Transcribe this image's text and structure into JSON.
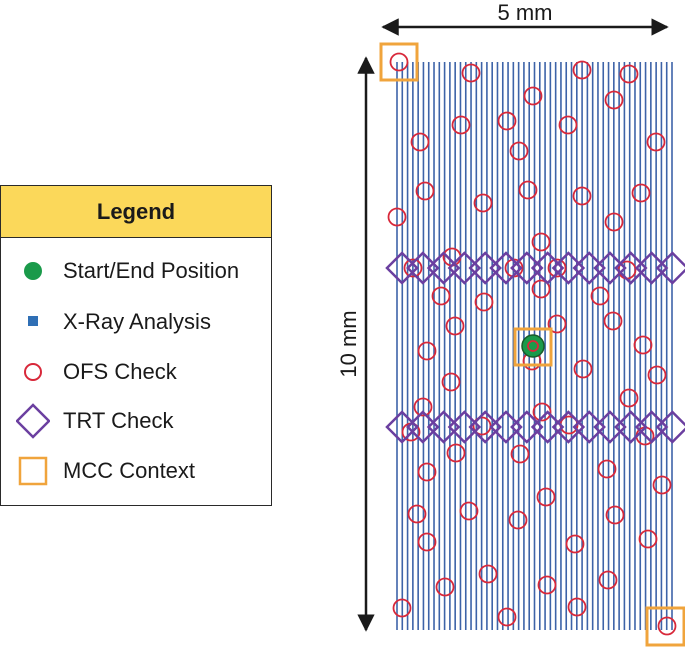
{
  "legend": {
    "title": "Legend",
    "items": [
      {
        "key": "start",
        "label": "Start/End Position",
        "icon": "green-dot-icon"
      },
      {
        "key": "xray",
        "label": "X-Ray Analysis",
        "icon": "blue-square-icon"
      },
      {
        "key": "ofs",
        "label": "OFS Check",
        "icon": "red-circle-icon"
      },
      {
        "key": "trt",
        "label": "TRT Check",
        "icon": "purple-diamond-icon"
      },
      {
        "key": "mcc",
        "label": "MCC Context",
        "icon": "orange-square-icon"
      }
    ]
  },
  "dimensions": {
    "width_label": "5 mm",
    "height_label": "10 mm"
  },
  "colors": {
    "header_bg": "#fbd85a",
    "lines": "#3d63a8",
    "start": "#1a9a4a",
    "xray": "#2f6fb5",
    "ofs": "#d8283a",
    "trt": "#6b3fa0",
    "mcc": "#f0a43c",
    "border": "#2a2a2a"
  }
}
